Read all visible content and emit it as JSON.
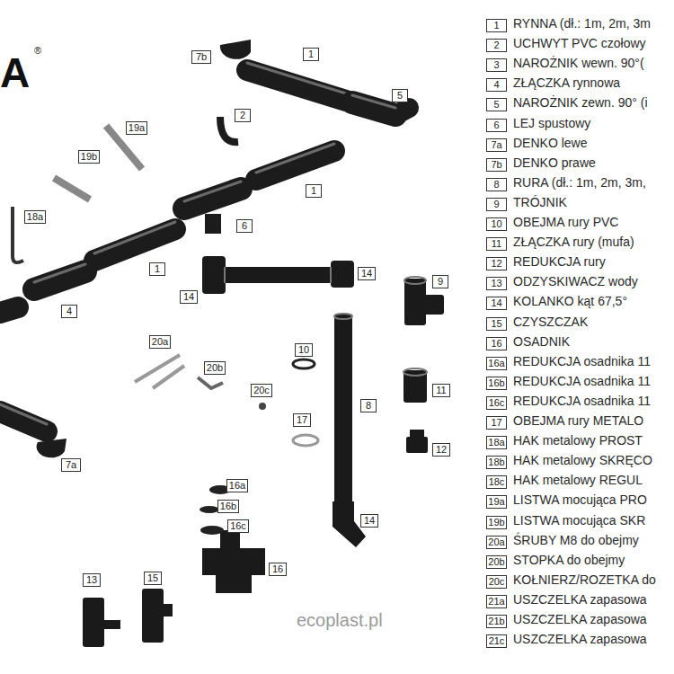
{
  "diagram": {
    "nodes": [
      {
        "text": [
          "7b"
        ]
      },
      {
        "text": [
          "1"
        ]
      },
      {
        "text": [
          "5"
        ]
      },
      {
        "text": [
          "2"
        ]
      },
      {
        "text": [
          "19a"
        ]
      },
      {
        "text": [
          "19b"
        ]
      },
      {
        "text": [
          "18a"
        ]
      },
      {
        "text": [
          "1"
        ]
      },
      {
        "text": [
          "6"
        ]
      },
      {
        "text": [
          "1"
        ]
      },
      {
        "text": [
          "14"
        ]
      },
      {
        "text": [
          "9"
        ]
      },
      {
        "text": [
          "14"
        ]
      },
      {
        "text": [
          "4"
        ]
      },
      {
        "text": [
          "20a"
        ]
      },
      {
        "text": [
          "10"
        ]
      },
      {
        "text": [
          "20b"
        ]
      },
      {
        "text": [
          "20c"
        ]
      },
      {
        "text": [
          "8"
        ]
      },
      {
        "text": [
          "11"
        ]
      },
      {
        "text": [
          "17"
        ]
      },
      {
        "text": [
          "12"
        ]
      },
      {
        "text": [
          "7a"
        ]
      },
      {
        "text": [
          "16a"
        ]
      },
      {
        "text": [
          "16b"
        ]
      },
      {
        "text": [
          "16c"
        ]
      },
      {
        "text": [
          "14"
        ]
      },
      {
        "text": [
          "16"
        ]
      },
      {
        "text": [
          "15"
        ]
      },
      {
        "text": [
          "13"
        ]
      },
      {
        "text": [
          "1"
        ]
      },
      {
        "text": [
          "2"
        ]
      },
      {
        "text": [
          "3"
        ]
      },
      {
        "text": [
          "4"
        ]
      },
      {
        "text": [
          "5"
        ]
      },
      {
        "text": [
          "6"
        ]
      },
      {
        "text": [
          "7a"
        ]
      },
      {
        "text": [
          "7b"
        ]
      },
      {
        "text": [
          "8"
        ]
      },
      {
        "text": [
          "9"
        ]
      },
      {
        "text": [
          "10"
        ]
      },
      {
        "text": [
          "11"
        ]
      },
      {
        "text": [
          "12"
        ]
      },
      {
        "text": [
          "13"
        ]
      },
      {
        "text": [
          "14"
        ]
      },
      {
        "text": [
          "15"
        ]
      },
      {
        "text": [
          "16"
        ]
      },
      {
        "text": [
          "16a"
        ]
      },
      {
        "text": [
          "16b"
        ]
      },
      {
        "text": [
          "16c"
        ]
      },
      {
        "text": [
          "17"
        ]
      },
      {
        "text": [
          "18a"
        ]
      },
      {
        "text": [
          "18b"
        ]
      },
      {
        "text": [
          "18c"
        ]
      },
      {
        "text": [
          "19a"
        ]
      },
      {
        "text": [
          "19b"
        ]
      },
      {
        "text": [
          "20a"
        ]
      },
      {
        "text": [
          "20b"
        ]
      },
      {
        "text": [
          "20c"
        ]
      },
      {
        "text": [
          "21a"
        ]
      },
      {
        "text": [
          "21b"
        ]
      },
      {
        "text": [
          "21c"
        ]
      }
    ],
    "labels": [
      "A",
      "®",
      "RYNNA (dł.: 1m, 2m, 3m",
      "UCHWYT PVC czołowy",
      "NAROŻNIK wewn. 90°(",
      "ZŁĄCZKA rynnowa",
      "NAROŻNIK zewn. 90° (i",
      "LEJ spustowy",
      "DENKO lewe",
      "DENKO prawe",
      "RURA (dł.: 1m, 2m, 3m,",
      "TRÓJNIK",
      "OBEJMA rury PVC",
      "ZŁĄCZKA rury (mufa)",
      "REDUKCJA rury",
      "ODZYSKIWACZ wody",
      "KOLANKO kąt 67,5°",
      "CZYSZCZAK",
      "OSADNIK",
      "REDUKCJA osadnika 11",
      "REDUKCJA osadnika 11",
      "REDUKCJA osadnika 11",
      "OBEJMA rury METALO",
      "HAK metalowy PROST",
      "HAK metalowy SKRĘCO",
      "HAK metalowy REGUL",
      "LISTWA mocująca PRO",
      "LISTWA mocująca SKR",
      "ŚRUBY M8 do obejmy",
      "STOPKA do obejmy",
      "KOŁNIERZ/ROZETKA do",
      "USZCZELKA zapasowa",
      "USZCZELKA zapasowa",
      "USZCZELKA zapasowa",
      "ecoplast.pl"
    ]
  }
}
